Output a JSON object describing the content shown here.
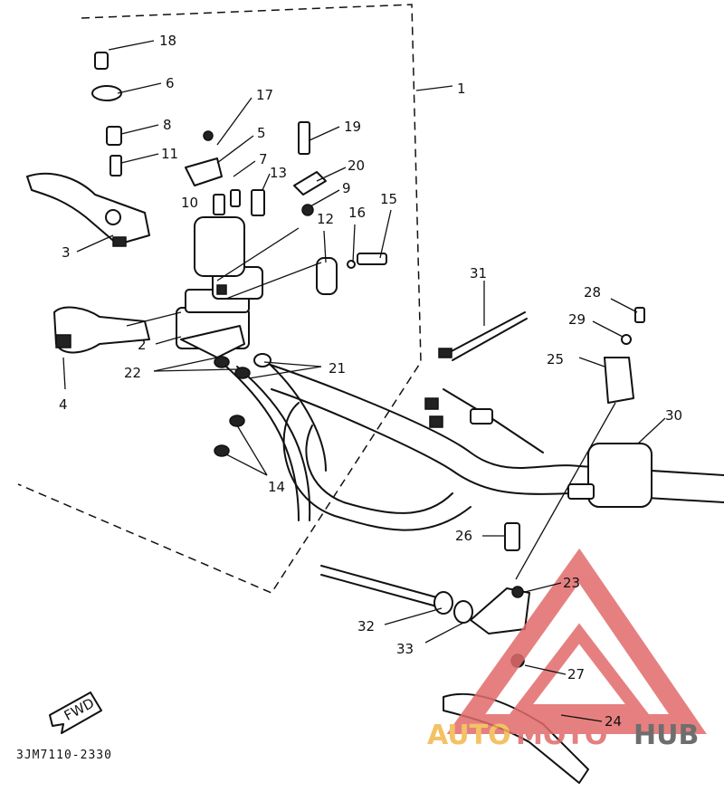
{
  "diagram": {
    "drawing_code": "3JM7110-2330",
    "direction_label": "FWD",
    "part_numbers": [
      "1",
      "2",
      "3",
      "4",
      "5",
      "6",
      "7",
      "8",
      "9",
      "10",
      "11",
      "12",
      "13",
      "14",
      "15",
      "16",
      "17",
      "18",
      "19",
      "20",
      "21",
      "22",
      "23",
      "24",
      "25",
      "26",
      "27",
      "28",
      "29",
      "30",
      "31",
      "32",
      "33"
    ]
  },
  "watermark": {
    "part1": "AUTO",
    "part2": "MOTO",
    "part3": "HUB",
    "colors": {
      "auto": "#f2b84a",
      "moto": "#e06a6a",
      "hub": "#555555",
      "triangle": "#e26b6b"
    }
  }
}
